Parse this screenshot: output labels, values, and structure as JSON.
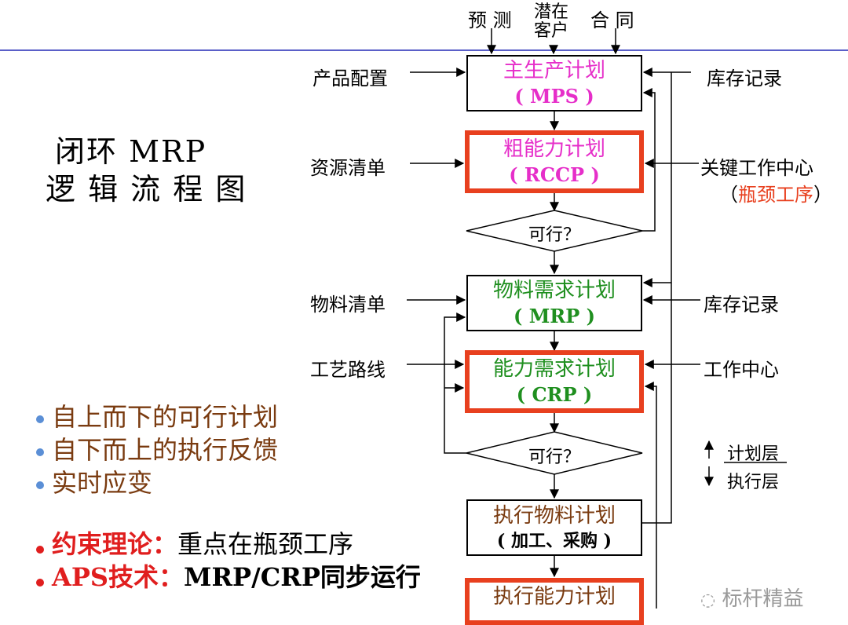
{
  "title": {
    "line1": "闭环 MRP",
    "line2": "逻 辑 流 程 图"
  },
  "top_inputs": {
    "forecast": "预 测",
    "potential_customer_1": "潜在",
    "potential_customer_2": "客户",
    "contract": "合 同"
  },
  "boxes": {
    "mps": {
      "title": "主生产计划",
      "code": "( MPS )"
    },
    "rccp": {
      "title": "粗能力计划",
      "code": "( RCCP )"
    },
    "mrp": {
      "title": "物料需求计划",
      "code": "( MRP )"
    },
    "crp": {
      "title": "能力需求计划",
      "code": "( CRP )"
    },
    "exec_material": {
      "title": "执行物料计划",
      "code": "( 加工、采购 )"
    },
    "exec_capacity": {
      "title": "执行能力计划"
    }
  },
  "decisions": {
    "feasible_1": "可行？",
    "feasible_2": "可行？"
  },
  "left_inputs": {
    "product_config": "产品配置",
    "resource_list": "资源清单",
    "bom": "物料清单",
    "routing": "工艺路线"
  },
  "right_inputs": {
    "inventory_1": "库存记录",
    "key_work_center": "关键工作中心",
    "bottleneck_open": "（",
    "bottleneck": "瓶颈工序",
    "bottleneck_close": "）",
    "inventory_2": "库存记录",
    "work_center": "工作中心"
  },
  "layers": {
    "planning": "计划层",
    "execution": "执行层"
  },
  "bullets": [
    "自上而下的可行计划",
    "自下而上的执行反馈",
    "实时应变"
  ],
  "notes": [
    {
      "label": "约束理论：",
      "text": "重点在瓶颈工序"
    },
    {
      "label": "APS技术：",
      "text": "MRP/CRP同步运行"
    }
  ],
  "watermark": "标杆精益",
  "colors": {
    "bullet_dot": "#5b8fd6",
    "note_dot": "#e01e1e",
    "highlight_border": "#e8401f",
    "top_rule": "#5a5fc8",
    "pink": "#e62ec9",
    "green": "#1f8f1f",
    "brown": "#7a3b10"
  }
}
